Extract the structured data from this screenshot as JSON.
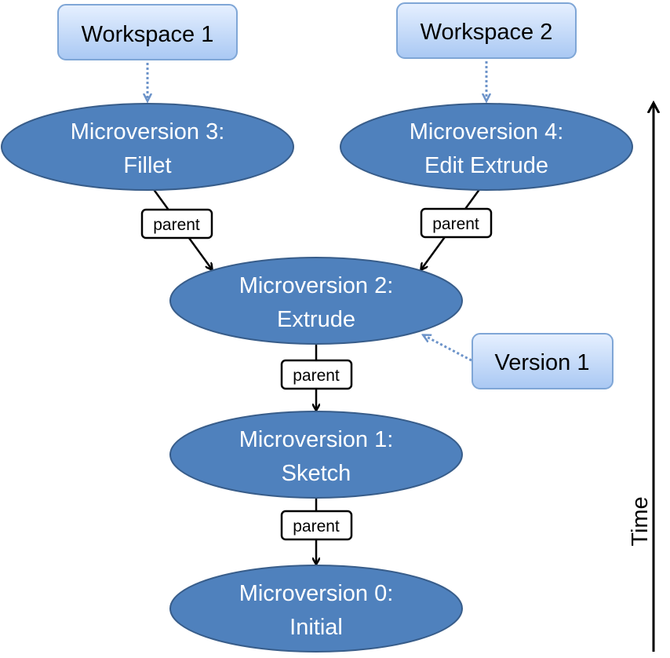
{
  "colors": {
    "node_fill": "#4f81bd",
    "node_stroke": "#385d8a",
    "box_fill_top": "#e1eeff",
    "box_fill_bottom": "#a8c8f5",
    "box_stroke": "#7fa6d6",
    "pointer_arrow": "#6c93c9",
    "edge_arrow": "#000000"
  },
  "workspaces": {
    "ws1_label": "Workspace 1",
    "ws2_label": "Workspace 2"
  },
  "version": {
    "v1_label": "Version 1"
  },
  "microversions": {
    "mv3": {
      "line1": "Microversion 3:",
      "line2": "Fillet"
    },
    "mv4": {
      "line1": "Microversion 4:",
      "line2": "Edit Extrude"
    },
    "mv2": {
      "line1": "Microversion 2:",
      "line2": "Extrude"
    },
    "mv1": {
      "line1": "Microversion 1:",
      "line2": "Sketch"
    },
    "mv0": {
      "line1": "Microversion 0:",
      "line2": "Initial"
    }
  },
  "edges": {
    "mv3_to_mv2": "parent",
    "mv4_to_mv2": "parent",
    "mv2_to_mv1": "parent",
    "mv1_to_mv0": "parent"
  },
  "time_axis": {
    "label": "Time"
  }
}
